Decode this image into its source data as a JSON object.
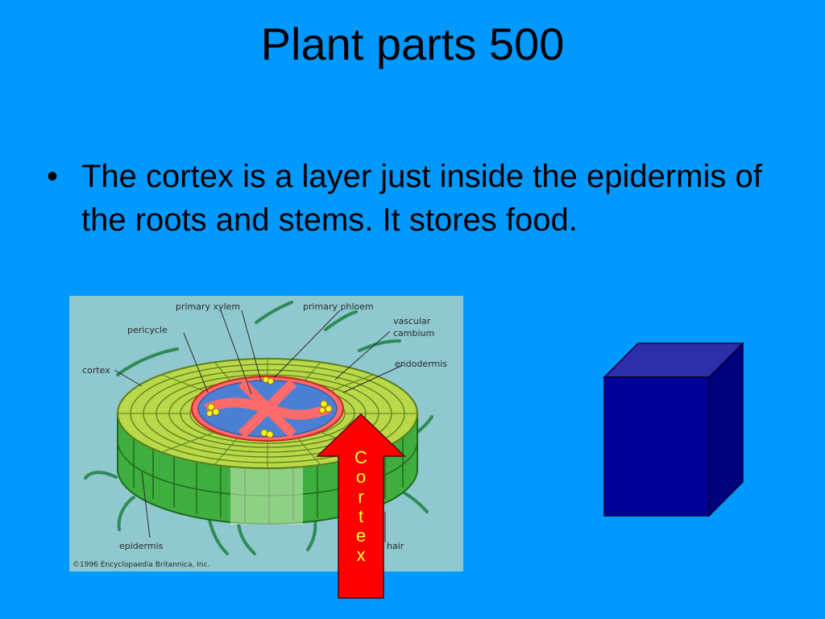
{
  "slide": {
    "title": "Plant parts 500",
    "bullet": "The cortex is a layer just inside the epidermis of the roots and stems. It stores food."
  },
  "figure": {
    "labels": {
      "primary_xylem": "primary xylem",
      "primary_phloem": "primary phloem",
      "pericycle": "pericycle",
      "vascular": "vascular",
      "cambium": "cambium",
      "endodermis": "endodermis",
      "cortex": "cortex",
      "epidermis": "epidermis",
      "hair": "hair"
    },
    "credit": "©1996 Encyclopaedia Britannica, Inc."
  },
  "arrow": {
    "letters": [
      "C",
      "o",
      "r",
      "t",
      "e",
      "x"
    ],
    "color": "#ff0000",
    "text_color": "#ffff33"
  },
  "cube": {
    "front_color": "#000099",
    "top_color": "#2e2ea8",
    "side_color": "#00007a"
  },
  "background_color": "#0099ff"
}
